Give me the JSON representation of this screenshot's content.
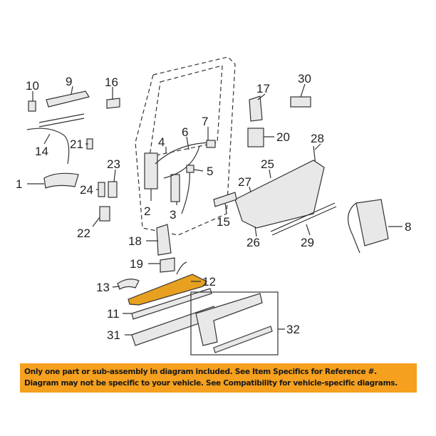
{
  "diagram": {
    "callouts": [
      "10",
      "9",
      "16",
      "14",
      "21",
      "23",
      "1",
      "24",
      "22",
      "2",
      "3",
      "4",
      "6",
      "7",
      "5",
      "18",
      "19",
      "13",
      "12",
      "11",
      "31",
      "17",
      "30",
      "20",
      "28",
      "25",
      "27",
      "15",
      "26",
      "29",
      "8",
      "32"
    ],
    "highlight_color": "#e8a020"
  },
  "banner": {
    "line1": "Only one part or sub-assembly in diagram included. See Item Specifics for Reference #.",
    "line2": "Diagram may not be specific to your vehicle. See Compatibility for vehicle-specific diagrams.",
    "color": "#f5a01e"
  }
}
